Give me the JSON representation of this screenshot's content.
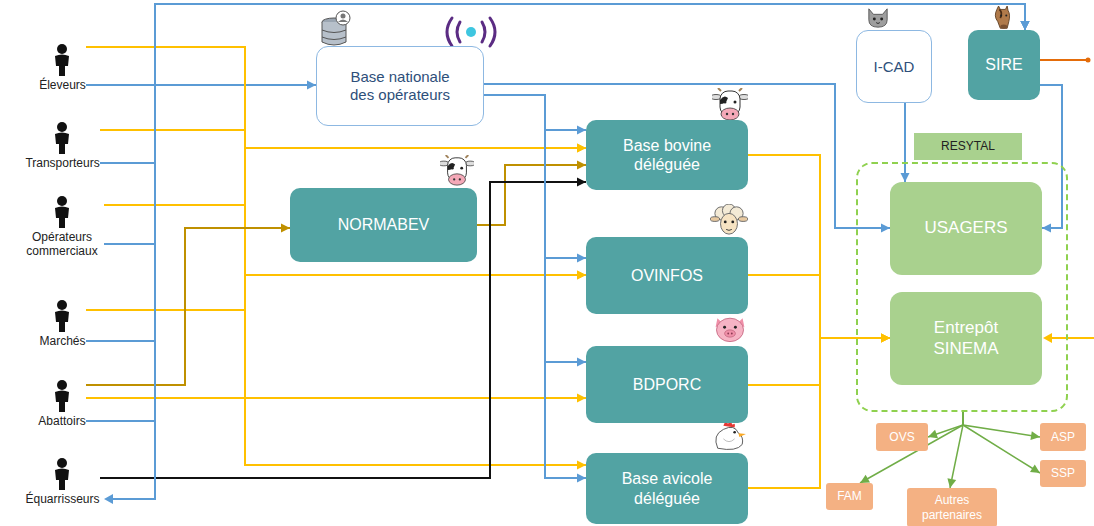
{
  "diagram": {
    "nodes": [
      {
        "text": [
          "Éleveurs"
        ]
      },
      {
        "text": [
          "Transporteurs"
        ]
      },
      {
        "text": [
          "Opérateurs commerciaux"
        ]
      },
      {
        "text": [
          "Marchés"
        ]
      },
      {
        "text": [
          "Abattoirs"
        ]
      },
      {
        "text": [
          "Équarrisseurs"
        ]
      },
      {
        "text": [
          "Base nationale des opérateurs"
        ]
      },
      {
        "text": [
          "I-CAD"
        ]
      },
      {
        "text": [
          "SIRE"
        ]
      },
      {
        "text": [
          "NORMABEV"
        ]
      },
      {
        "text": [
          "Base bovine déléguée"
        ]
      },
      {
        "text": [
          "OVINFOS"
        ]
      },
      {
        "text": [
          "BDPORC"
        ]
      },
      {
        "text": [
          "Base avicole déléguée"
        ]
      },
      {
        "text": [
          "RESYTAL"
        ]
      },
      {
        "text": [
          "USAGERS"
        ],
        "in": 14
      },
      {
        "text": [
          "Entrepôt SINEMA"
        ],
        "in": 14
      },
      {
        "text": [
          "OVS"
        ]
      },
      {
        "text": [
          "FAM"
        ]
      },
      {
        "text": [
          "Autres partenaires"
        ]
      },
      {
        "text": [
          "ASP"
        ]
      },
      {
        "text": [
          "SSP"
        ]
      }
    ],
    "edges": [
      {
        "from": 0,
        "to": 6,
        "arrow": "to"
      },
      {
        "from": 0,
        "to": 10,
        "arrow": "to"
      },
      {
        "from": 1,
        "to": 10,
        "arrow": "to"
      },
      {
        "from": 2,
        "to": 11,
        "arrow": "to"
      },
      {
        "from": 3,
        "to": 11,
        "arrow": "to"
      },
      {
        "from": 4,
        "to": 12,
        "arrow": "to"
      },
      {
        "from": 0,
        "to": 13,
        "arrow": "to"
      },
      {
        "from": 4,
        "to": 9,
        "arrow": "to"
      },
      {
        "from": 9,
        "to": 10,
        "arrow": "to"
      },
      {
        "from": 5,
        "to": 10,
        "arrow": "to"
      },
      {
        "from": 6,
        "to": 10,
        "arrow": "to"
      },
      {
        "from": 6,
        "to": 11,
        "arrow": "to"
      },
      {
        "from": 6,
        "to": 12,
        "arrow": "to"
      },
      {
        "from": 6,
        "to": 13,
        "arrow": "to"
      },
      {
        "from": 6,
        "to": 15,
        "arrow": "to"
      },
      {
        "from": 7,
        "to": 15,
        "arrow": "to"
      },
      {
        "from": 8,
        "to": 15,
        "arrow": "to"
      },
      {
        "from": 1,
        "to": 8,
        "arrow": "to"
      },
      {
        "from": 2,
        "to": 8,
        "arrow": "to"
      },
      {
        "from": 3,
        "to": 8,
        "arrow": "to"
      },
      {
        "from": 4,
        "to": 8,
        "arrow": "to"
      },
      {
        "from": 10,
        "to": 16,
        "arrow": "to"
      },
      {
        "from": 11,
        "to": 16,
        "arrow": "to"
      },
      {
        "from": 12,
        "to": 16,
        "arrow": "to"
      },
      {
        "from": 13,
        "to": 16,
        "arrow": "to"
      },
      {
        "from": 14,
        "to": 17,
        "arrow": "to"
      },
      {
        "from": 14,
        "to": 18,
        "arrow": "to"
      },
      {
        "from": 14,
        "to": 19,
        "arrow": "to"
      },
      {
        "from": 14,
        "to": 20,
        "arrow": "to"
      },
      {
        "from": 14,
        "to": 21,
        "arrow": "to"
      }
    ]
  }
}
